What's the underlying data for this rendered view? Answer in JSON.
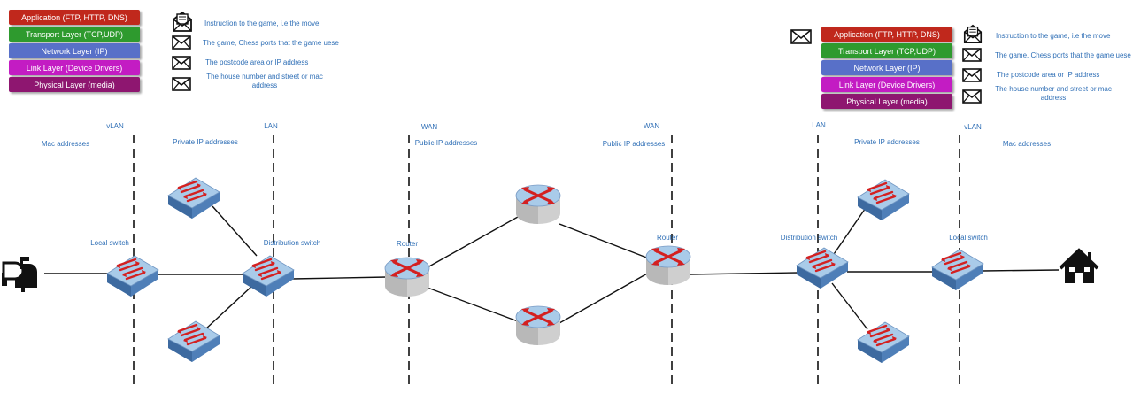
{
  "colors": {
    "application": "#c0281c",
    "transport": "#2e9a2e",
    "network": "#5870c8",
    "link": "#c31cc3",
    "physical": "#8e1670",
    "text": "#2f6fb6",
    "device_top": "#9dc3e6",
    "device_side": "#4f7fb8",
    "router_body": "#cccccc",
    "arrow": "#d42020"
  },
  "stack_left": {
    "layers": [
      "Application (FTP, HTTP, DNS)",
      "Transport Layer (TCP,UDP)",
      "Network Layer (IP)",
      "Link Layer (Device Drivers)",
      "Physical Layer (media)"
    ],
    "notes": [
      "Instruction to the game, i.e the move",
      "The game, Chess ports that the game uese",
      "The postcode area or IP address",
      "The house number and street or mac address"
    ]
  },
  "stack_right": {
    "layers": [
      "Application (FTP, HTTP, DNS)",
      "Transport Layer (TCP,UDP)",
      "Network Layer (IP)",
      "Link Layer (Device Drivers)",
      "Physical Layer (media)"
    ],
    "notes": [
      "Instruction to the game, i.e the move",
      "The game, Chess ports that the game uese",
      "The postcode area or IP address",
      "The house number and street or mac address"
    ]
  },
  "zones": {
    "boundaries": [
      "vLAN",
      "LAN",
      "WAN",
      "WAN",
      "LAN",
      "vLAN"
    ],
    "addresses": [
      "Mac addresses",
      "Private IP addresses",
      "Public IP addresses",
      "Public IP addresses",
      "Private IP addresses",
      "Mac addresses"
    ]
  },
  "devices": {
    "local_switch_left": "Local switch",
    "distribution_switch_left": "Distribution switch",
    "router_left": "Router",
    "router_right": "Router",
    "distribution_switch_right": "Distribution switch",
    "local_switch_right": "Local switch"
  },
  "icons": {
    "sender": "mailbox-icon",
    "receiver": "house-icon",
    "message": "envelope-icon",
    "instruction": "open-envelope-icon"
  }
}
